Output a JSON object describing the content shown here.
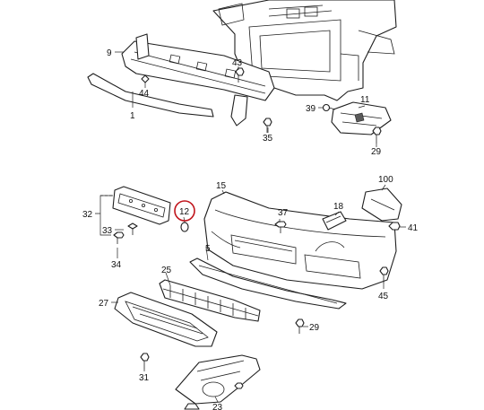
{
  "diagram": {
    "callouts": [
      {
        "id": "c1",
        "text": "1"
      },
      {
        "id": "c5",
        "text": "5"
      },
      {
        "id": "c9",
        "text": "9"
      },
      {
        "id": "c11",
        "text": "11"
      },
      {
        "id": "c12",
        "text": "12"
      },
      {
        "id": "c15",
        "text": "15"
      },
      {
        "id": "c18",
        "text": "18"
      },
      {
        "id": "c23",
        "text": "23"
      },
      {
        "id": "c25",
        "text": "25"
      },
      {
        "id": "c27",
        "text": "27"
      },
      {
        "id": "c29a",
        "text": "29"
      },
      {
        "id": "c29b",
        "text": "29"
      },
      {
        "id": "c31",
        "text": "31"
      },
      {
        "id": "c32",
        "text": "32"
      },
      {
        "id": "c33",
        "text": "33"
      },
      {
        "id": "c34",
        "text": "34"
      },
      {
        "id": "c35",
        "text": "35"
      },
      {
        "id": "c37",
        "text": "37"
      },
      {
        "id": "c39",
        "text": "39"
      },
      {
        "id": "c41",
        "text": "41"
      },
      {
        "id": "c43",
        "text": "43"
      },
      {
        "id": "c44",
        "text": "44"
      },
      {
        "id": "c45",
        "text": "45"
      },
      {
        "id": "c100",
        "text": "100"
      }
    ],
    "highlighted_callout": "12",
    "highlight_color": "#c0141b"
  }
}
